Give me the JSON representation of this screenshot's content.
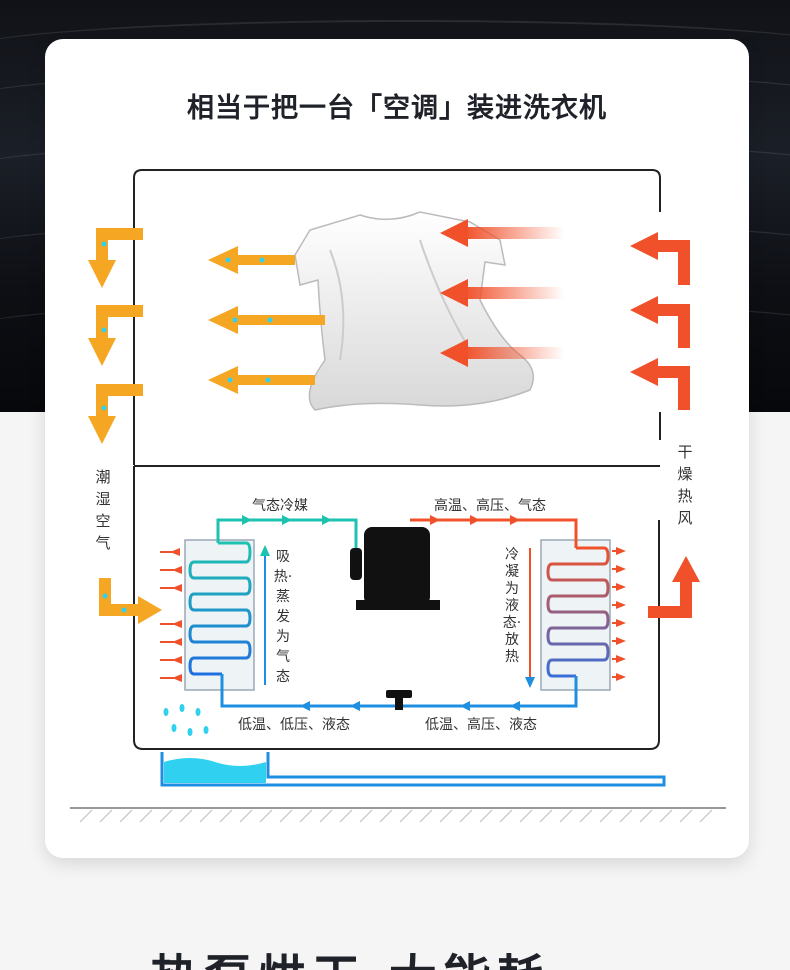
{
  "title": "相当于把一台「空调」装进洗衣机",
  "labels": {
    "humid_air": "潮湿空气",
    "dry_hot_air": "干燥热风",
    "gas_refrigerant": "气态冷媒",
    "high_temp_gas": "高温、高压、气态",
    "absorb_heat": "吸热·蒸发为气态",
    "condense_heat": "冷凝为液态·放热",
    "low_temp_liquid": "低温、低压、液态",
    "low_temp_high_pressure": "低温、高压、液态"
  },
  "bottom_caption": "热泵烘干 大能耗",
  "colors": {
    "orange_arrow": "#f5a623",
    "red_arrow": "#f0512b",
    "cold_pipe": "#1e8fe0",
    "teal_pipe": "#1ec2b0",
    "water": "#2fd0f0"
  }
}
